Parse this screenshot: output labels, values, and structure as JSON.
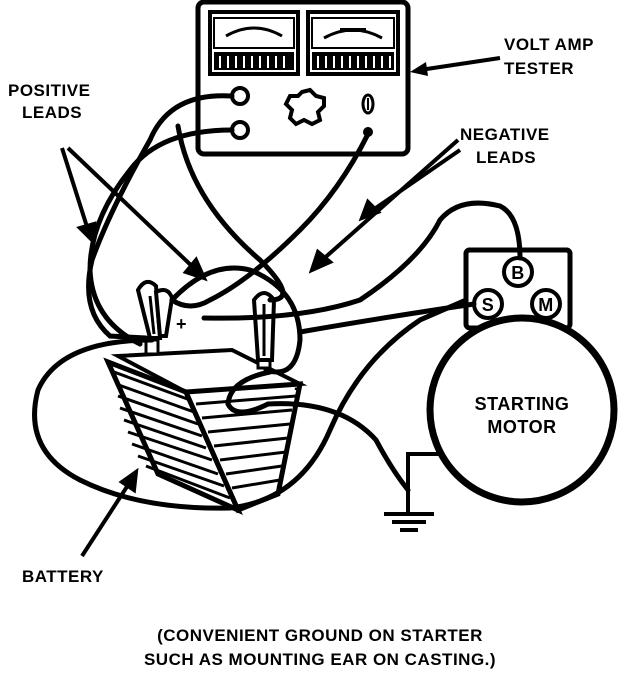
{
  "labels": {
    "volt_amp_tester_line1": "VOLT AMP",
    "volt_amp_tester_line2": "TESTER",
    "positive_leads_line1": "POSITIVE",
    "positive_leads_line2": "LEADS",
    "negative_leads_line1": "NEGATIVE",
    "negative_leads_line2": "LEADS",
    "starting_motor_line1": "STARTING",
    "starting_motor_line2": "MOTOR",
    "battery": "BATTERY",
    "terminal_b": "B",
    "terminal_s": "S",
    "terminal_m": "M",
    "battery_positive": "+",
    "battery_negative": "-"
  },
  "caption": {
    "line1": "(CONVENIENT GROUND ON STARTER",
    "line2": "SUCH AS MOUNTING EAR ON CASTING.)"
  }
}
